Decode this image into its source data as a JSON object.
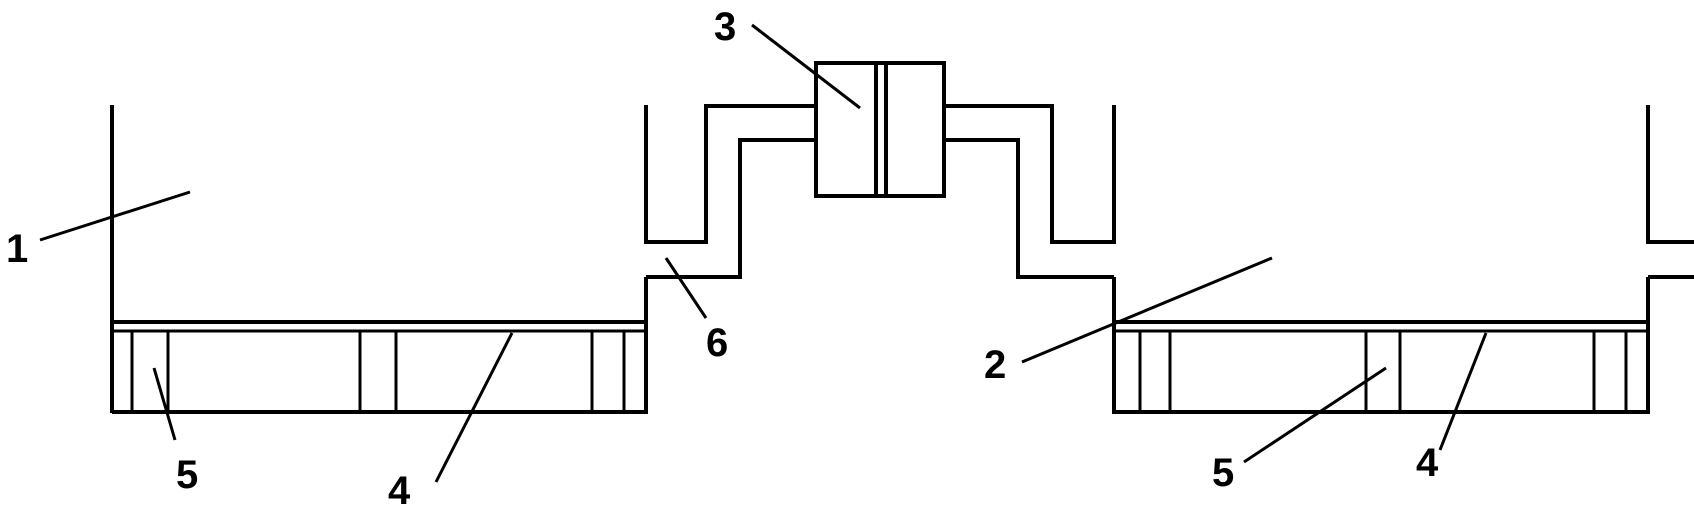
{
  "diagram": {
    "labels": {
      "label_1": "1",
      "label_2": "2",
      "label_3": "3",
      "label_4_left": "4",
      "label_4_right": "4",
      "label_5_left": "5",
      "label_5_right": "5",
      "label_6": "6"
    },
    "colors": {
      "stroke": "#000000",
      "background": "#ffffff"
    }
  }
}
